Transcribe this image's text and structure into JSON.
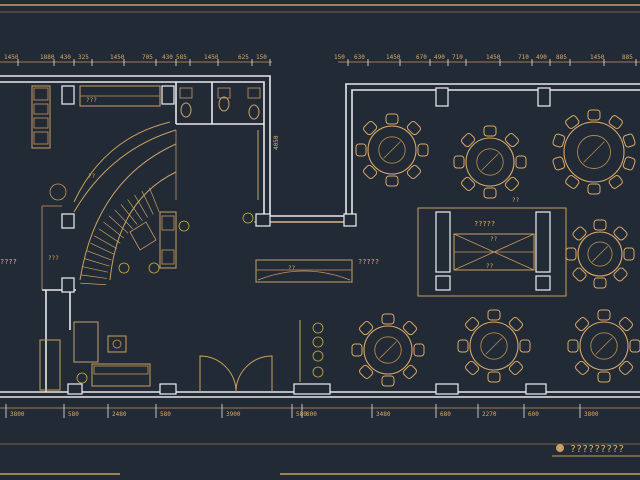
{
  "top_dimensions_left": [
    "1450",
    "1880",
    "430",
    "325",
    "1450",
    "705",
    "430",
    "585",
    "1450",
    "625",
    "150"
  ],
  "top_dimensions_right": [
    "150",
    "630",
    "1450",
    "670",
    "490",
    "710",
    "1450",
    "710",
    "490",
    "885",
    "1450",
    "885"
  ],
  "bottom_dimensions": [
    "3800",
    "580",
    "2480",
    "580",
    "3900",
    "580",
    "800",
    "3480",
    "680",
    "2270",
    "600",
    "3800"
  ],
  "vertical_dimension": "4050",
  "labels": {
    "left_room": "????",
    "stair_top": "???",
    "stair_mid": "??",
    "stair_side": "???",
    "center_room": "?????",
    "counter": "??",
    "private_room": "?????",
    "private_mid": "??",
    "private_table_top": "??",
    "private_table_bottom": "??"
  },
  "title_block": {
    "title": "?????????"
  },
  "colors": {
    "background": "#222a35",
    "walls": "#e8e8ec",
    "furniture": "#d8a868",
    "plants": "#c8b040"
  }
}
